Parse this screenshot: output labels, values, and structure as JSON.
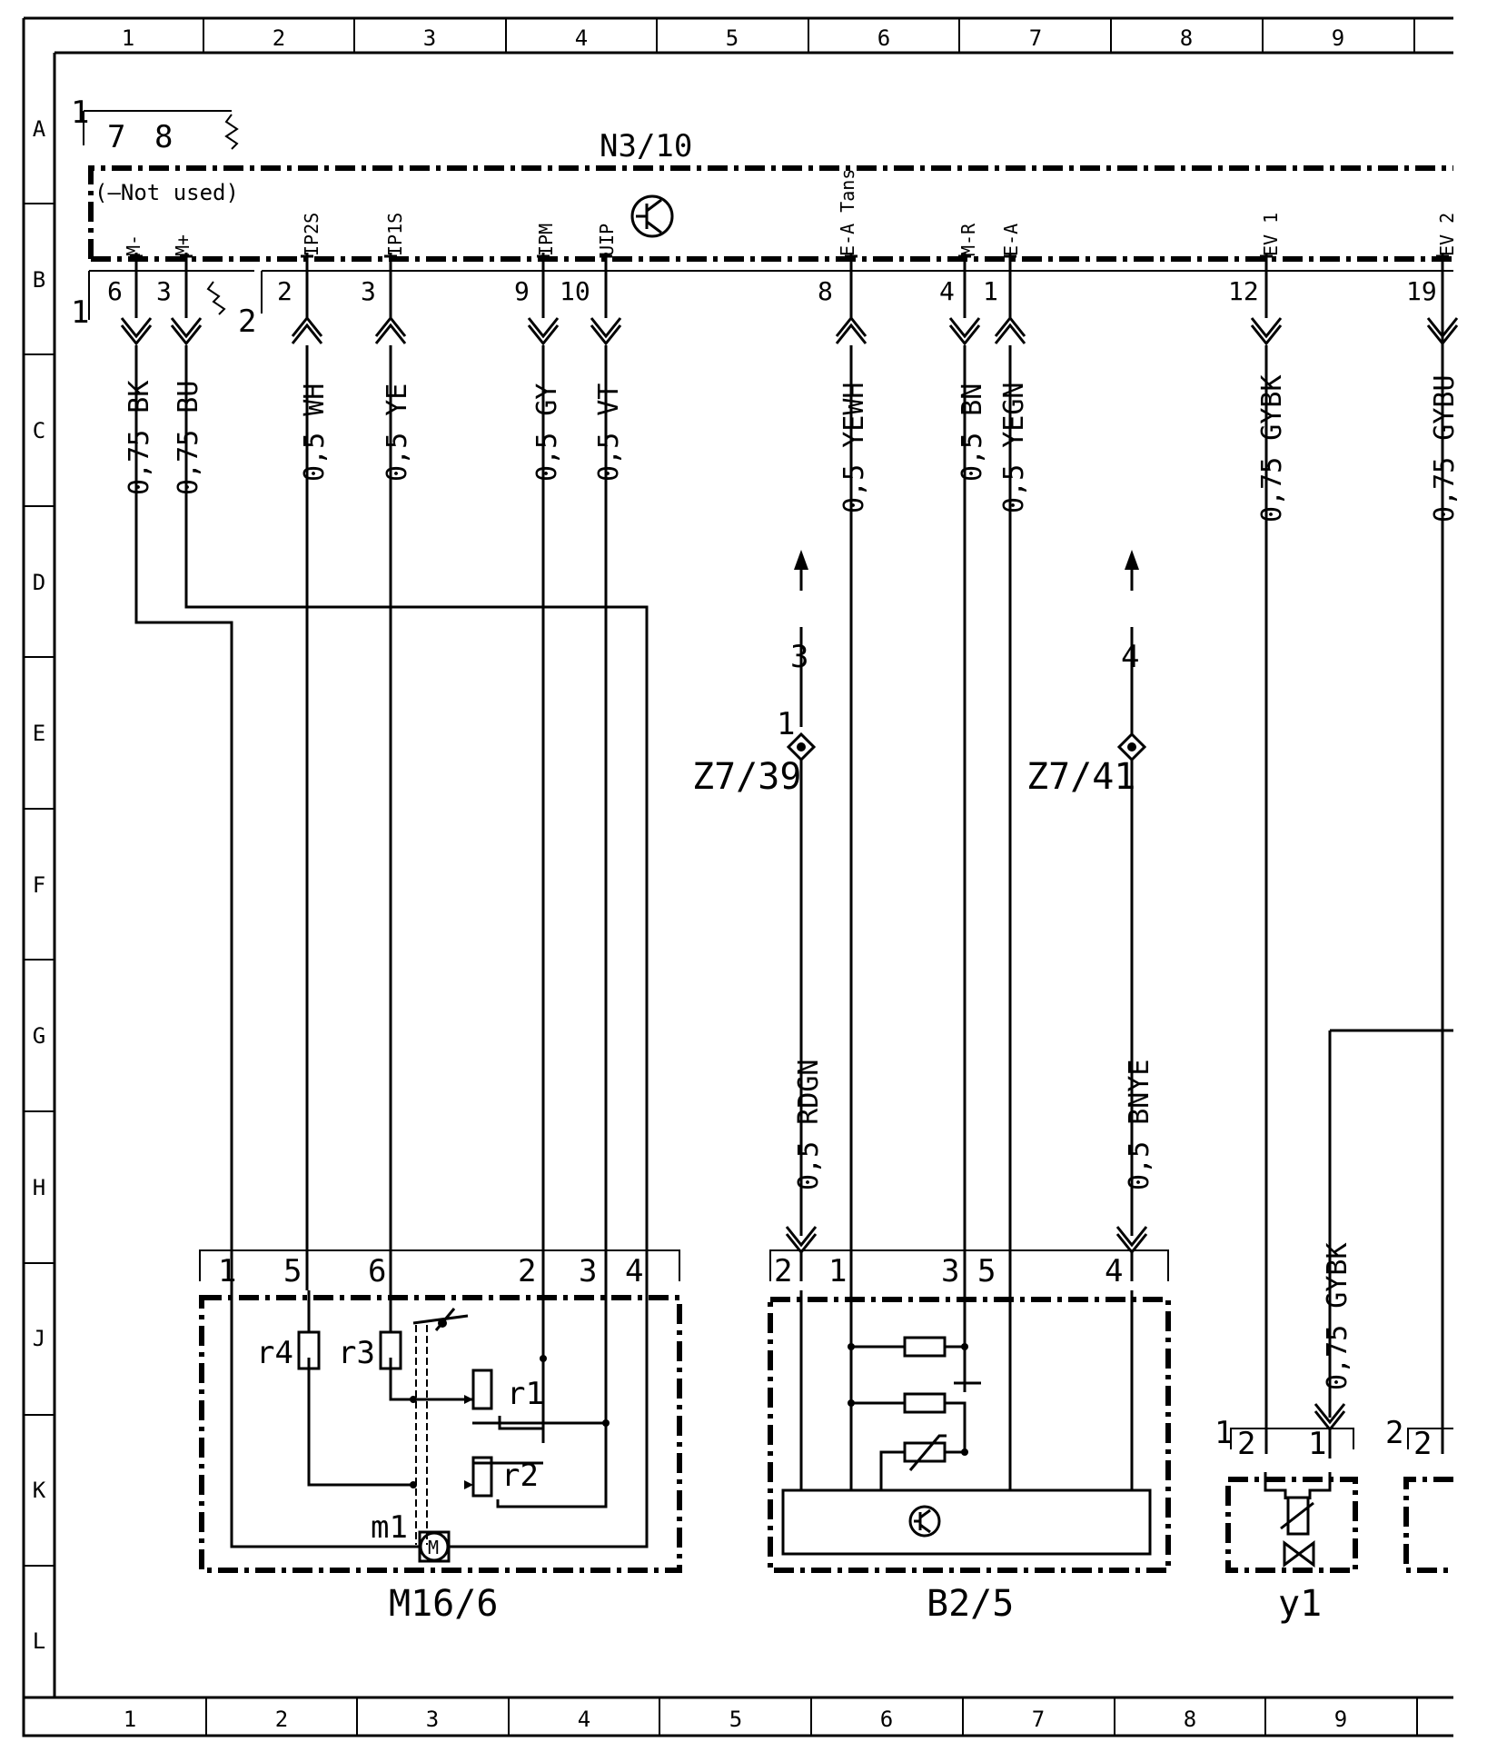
{
  "frame": {
    "cols": [
      "1",
      "2",
      "3",
      "4",
      "5",
      "6",
      "7",
      "8",
      "9"
    ],
    "rows": [
      "A",
      "B",
      "C",
      "D",
      "E",
      "F",
      "G",
      "H",
      "J",
      "K",
      "L"
    ]
  },
  "module": {
    "name": "N3/10",
    "not_used_note": "(—Not used)",
    "unused_pins": [
      "7",
      "8"
    ],
    "conn1_label": "1",
    "conn2_label": "2",
    "pins": [
      {
        "pin": "6",
        "signal": "M-",
        "wire": "0,75 BK"
      },
      {
        "pin": "3",
        "signal": "M+",
        "wire": "0,75 BU"
      },
      {
        "pin": "2",
        "signal": "IP2S",
        "wire": "0,5 WH"
      },
      {
        "pin": "3",
        "signal": "IP1S",
        "wire": "0,5 YE"
      },
      {
        "pin": "9",
        "signal": "IPM",
        "wire": "0,5 GY"
      },
      {
        "pin": "10",
        "signal": "UIP",
        "wire": "0,5 VT"
      },
      {
        "pin": "8",
        "signal": "E-A Tans",
        "wire": "0,5 YEWH"
      },
      {
        "pin": "4",
        "signal": "M-R",
        "wire": "0,5 BN"
      },
      {
        "pin": "1",
        "signal": "E-A",
        "wire": "0,5 YEGN"
      },
      {
        "pin": "12",
        "signal": "EV 1",
        "wire": "0,75 GYBK"
      },
      {
        "pin": "19",
        "signal": "EV 2",
        "wire": "0,75 GYBU"
      }
    ]
  },
  "splices": [
    {
      "name": "Z7/39",
      "pin": "1",
      "ref": "3",
      "wire": "0,5 RDGN"
    },
    {
      "name": "Z7/41",
      "pin": "",
      "ref": "4",
      "wire": "0,5 BNYE"
    }
  ],
  "m16_6": {
    "name": "M16/6",
    "pins": [
      "1",
      "5",
      "6",
      "2",
      "3",
      "4"
    ],
    "parts": {
      "r4": "r4",
      "r3": "r3",
      "r1": "r1",
      "r2": "r2",
      "m1": "m1",
      "motor": "M"
    }
  },
  "b2_5": {
    "name": "B2/5",
    "pins": [
      "2",
      "1",
      "3",
      "5",
      "4"
    ]
  },
  "y1": {
    "name": "y1",
    "conn_label": "1",
    "pins": [
      "2",
      "1"
    ],
    "wire": "0,75 GYBK"
  },
  "y_next": {
    "conn_label": "2",
    "pins": [
      "2"
    ]
  }
}
